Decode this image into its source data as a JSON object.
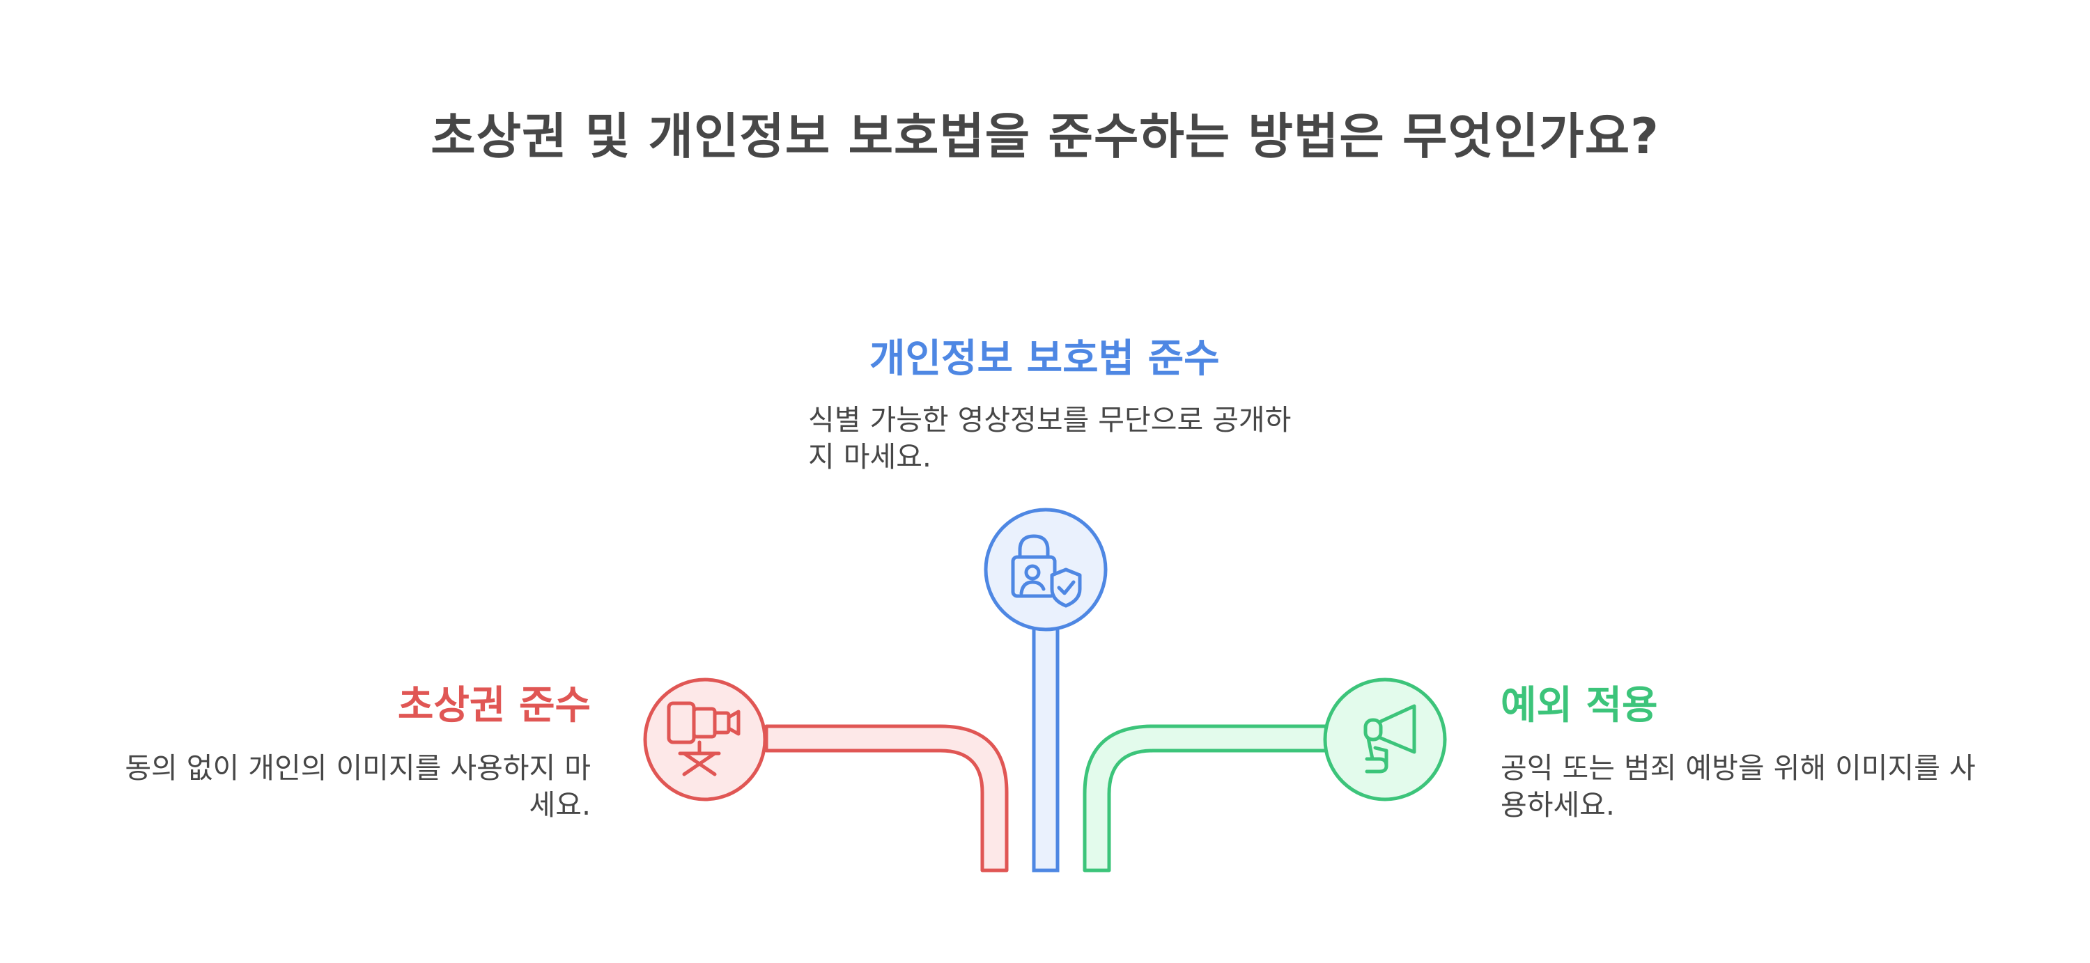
{
  "title": "초상권 및 개인정보 보호법을 준수하는 방법은 무엇인가요?",
  "colors": {
    "title": "#474747",
    "text": "#474747",
    "red": "#e05654",
    "red_fill": "#fde8e8",
    "blue": "#4e87e3",
    "blue_fill": "#eaf1fd",
    "green": "#3cc47a",
    "green_fill": "#e3fbec"
  },
  "items": [
    {
      "heading": "초상권 준수",
      "description": "동의 없이 개인의 이미지를 사용하지 마세요.",
      "icon": "camera-tripod-icon",
      "color": "red"
    },
    {
      "heading": "개인정보 보호법 준수",
      "description": "식별 가능한 영상정보를 무단으로 공개하지 마세요.",
      "icon": "lock-shield-user-icon",
      "color": "blue"
    },
    {
      "heading": "예외 적용",
      "description": "공익 또는 범죄 예방을 위해 이미지를 사용하세요.",
      "icon": "megaphone-icon",
      "color": "green"
    }
  ]
}
